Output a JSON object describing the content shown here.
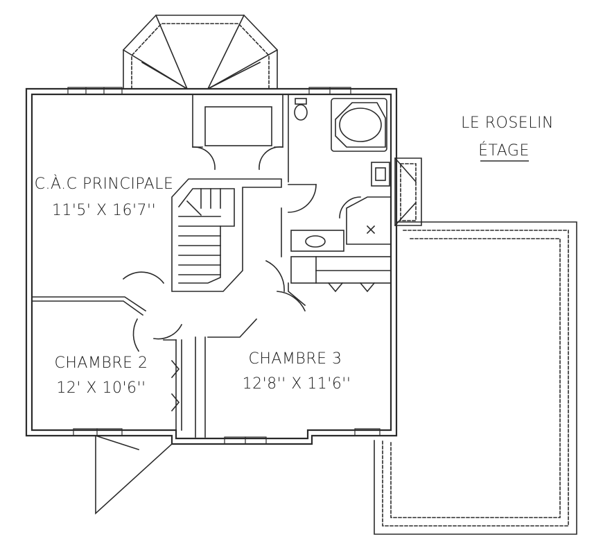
{
  "plan": {
    "name": "LE ROSELIN",
    "level": "ÉTAGE",
    "rooms": [
      {
        "id": "master",
        "name": "C.À.C PRINCIPALE",
        "dimensions": "11'5' X 16'7''"
      },
      {
        "id": "bedroom2",
        "name": "CHAMBRE 2",
        "dimensions": "12' X 10'6''"
      },
      {
        "id": "bedroom3",
        "name": "CHAMBRE 3",
        "dimensions": "12'8'' X 11'6''"
      }
    ]
  },
  "colors": {
    "line": "#2a2a2a",
    "background": "#ffffff"
  }
}
